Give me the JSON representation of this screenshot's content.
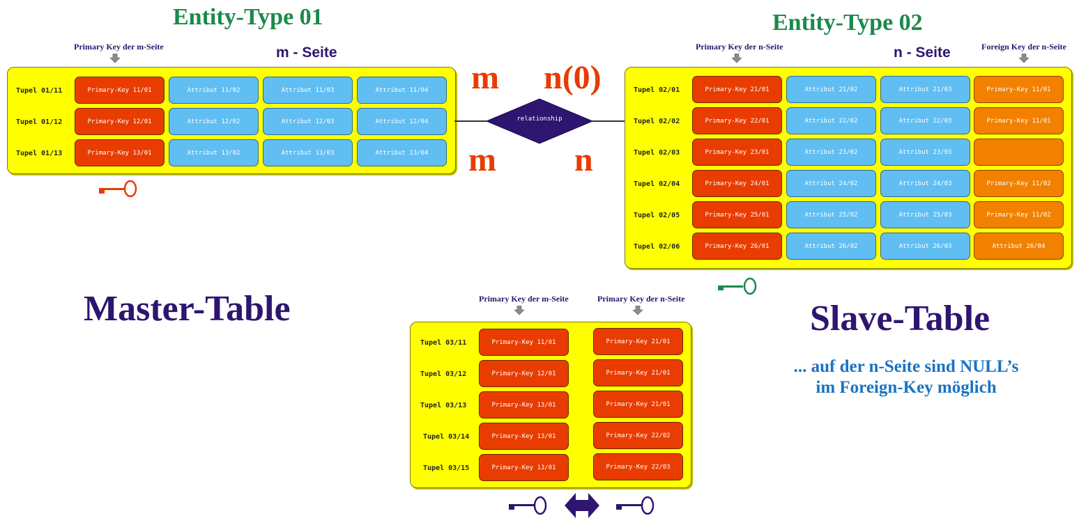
{
  "entity1": {
    "title": "Entity-Type 01",
    "side_label": "m - Seite",
    "pk_label": "Primary Key der m-Seite",
    "rows": [
      {
        "tupel": "Tupel 01/11",
        "cells": [
          "Primary-Key 11/01",
          "Attribut 11/02",
          "Attribut 11/03",
          "Attribut 11/04"
        ]
      },
      {
        "tupel": "Tupel 01/12",
        "cells": [
          "Primary-Key 12/01",
          "Attribut 12/02",
          "Attribut 12/03",
          "Attribut 12/04"
        ]
      },
      {
        "tupel": "Tupel 01/13",
        "cells": [
          "Primary-Key 13/01",
          "Attribut 13/02",
          "Attribut 13/03",
          "Attribut 13/04"
        ]
      }
    ]
  },
  "entity2": {
    "title": "Entity-Type 02",
    "side_label": "n - Seite",
    "pk_label": "Primary Key der n-Seite",
    "fk_label": "Foreign Key der n-Seite",
    "rows": [
      {
        "tupel": "Tupel 02/01",
        "cells": [
          "Primary-Key 21/01",
          "Attribut 21/02",
          "Attribut 21/03",
          "Primary-Key 11/01"
        ]
      },
      {
        "tupel": "Tupel 02/02",
        "cells": [
          "Primary-Key 22/01",
          "Attribut 22/02",
          "Attribut 22/03",
          "Primary-Key 11/01"
        ]
      },
      {
        "tupel": "Tupel 02/03",
        "cells": [
          "Primary-Key 23/01",
          "Attribut 23/02",
          "Attribut 23/03",
          ""
        ]
      },
      {
        "tupel": "Tupel 02/04",
        "cells": [
          "Primary-Key 24/01",
          "Attribut 24/02",
          "Attribut 24/03",
          "Primary-Key 11/02"
        ]
      },
      {
        "tupel": "Tupel 02/05",
        "cells": [
          "Primary-Key 25/01",
          "Attribut 25/02",
          "Attribut 25/03",
          "Primary-Key 11/02"
        ]
      },
      {
        "tupel": "Tupel 02/06",
        "cells": [
          "Primary-Key 26/01",
          "Attribut 26/02",
          "Attribut 26/03",
          "Attribut 26/04"
        ]
      }
    ]
  },
  "relationship": {
    "label": "relationship",
    "cardinality_top_left": "m",
    "cardinality_top_right": "n(0)",
    "cardinality_bottom_left": "m",
    "cardinality_bottom_right": "n"
  },
  "link_table": {
    "pk_m_label": "Primary Key der m-Seite",
    "pk_n_label": "Primary Key der n-Seite",
    "rows": [
      {
        "tupel": "Tupel 03/11",
        "m": "Primary-Key 11/01",
        "n": "Primary-Key 21/01"
      },
      {
        "tupel": "Tupel 03/12",
        "m": "Primary-Key 12/01",
        "n": "Primary-Key 21/01"
      },
      {
        "tupel": "Tupel 03/13",
        "m": "Primary-Key 13/01",
        "n": "Primary-Key 21/01"
      },
      {
        "tupel": "Tupel 03/14",
        "m": "Primary-Key 13/01",
        "n": "Primary-Key 22/02"
      },
      {
        "tupel": "Tupel 03/15",
        "m": "Primary-Key 13/01",
        "n": "Primary-Key 22/03"
      }
    ]
  },
  "master_table_label": "Master-Table",
  "slave_table_label": "Slave-Table",
  "note": {
    "line1": "... auf der n-Seite sind NULL’s",
    "line2": "im Foreign-Key möglich"
  },
  "colors": {
    "panel": "#ffff00",
    "primary_key": "#e83c00",
    "attribute": "#60bef2",
    "foreign_key": "#f28100",
    "diamond": "#2e1570",
    "key_red": "#e83c00",
    "key_green": "#1a8a4a",
    "key_purple": "#2e1570"
  }
}
